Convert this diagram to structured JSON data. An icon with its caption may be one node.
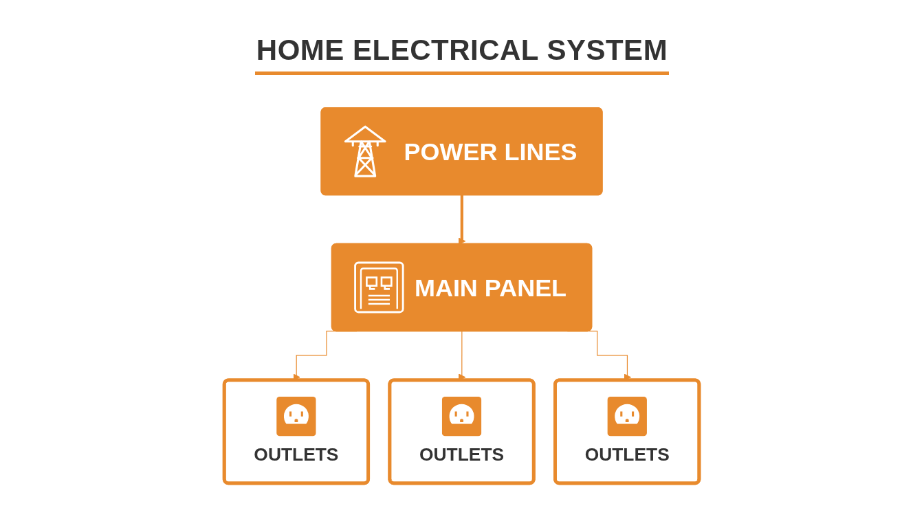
{
  "diagram": {
    "title": "HOME ELECTRICAL SYSTEM",
    "nodes": [
      {
        "text": [
          "POWER LINES"
        ]
      },
      {
        "text": [
          "MAIN PANEL"
        ]
      },
      {
        "text": [
          "OUTLETS"
        ]
      },
      {
        "text": [
          "OUTLETS"
        ]
      },
      {
        "text": [
          "OUTLETS"
        ]
      }
    ],
    "edges": [
      {
        "from": 0,
        "to": 1,
        "arrow": "to",
        "style": "thick"
      },
      {
        "from": 1,
        "to": 2,
        "arrow": "to"
      },
      {
        "from": 1,
        "to": 3,
        "arrow": "to"
      },
      {
        "from": 1,
        "to": 4,
        "arrow": "to"
      }
    ]
  }
}
